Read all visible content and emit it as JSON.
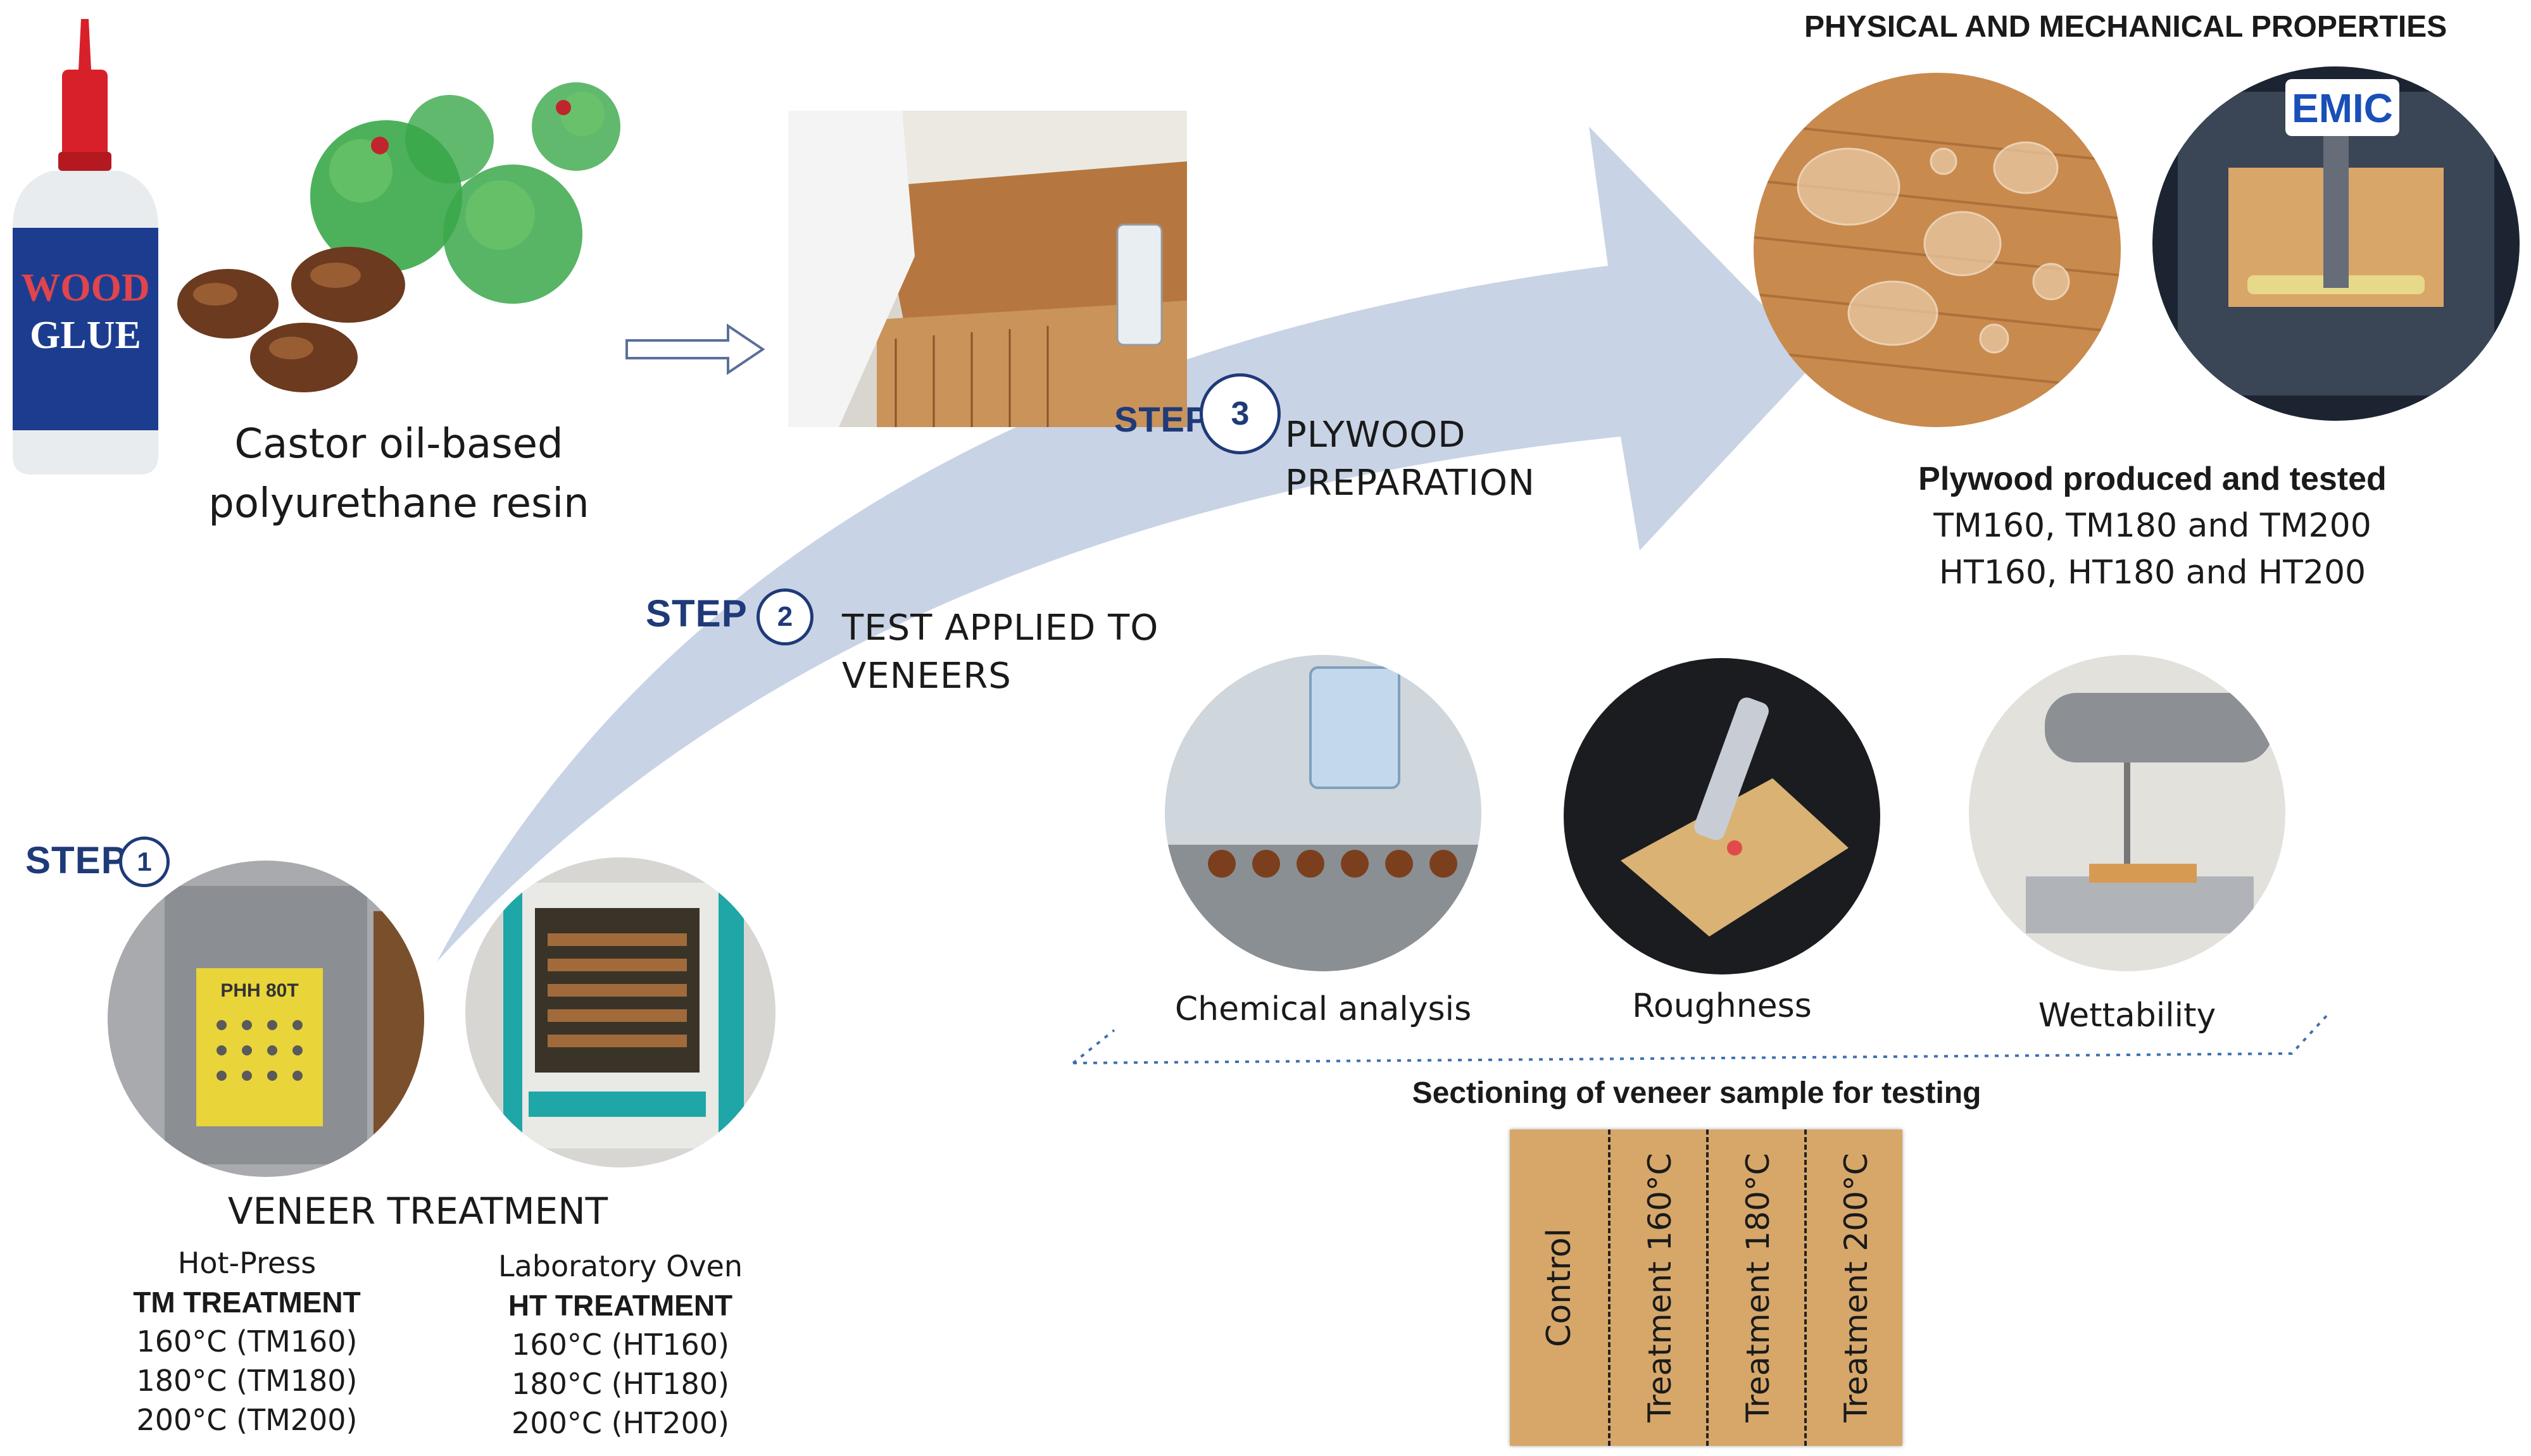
{
  "header": {
    "title": "PHYSICAL AND MECHANICAL PROPERTIES"
  },
  "resin": {
    "bottle_text_line1": "WOOD",
    "bottle_text_line2": "GLUE",
    "caption_line1": "Castor oil-based",
    "caption_line2": "polyurethane resin"
  },
  "steps": [
    {
      "word": "STEP",
      "number": "1"
    },
    {
      "word": "STEP",
      "number": "2",
      "text_line1": "TEST APPLIED TO",
      "text_line2": "VENEERS"
    },
    {
      "word": "STEP",
      "number": "3",
      "text_line1": "PLYWOOD",
      "text_line2": "PREPARATION"
    }
  ],
  "testing_machine_brand": "EMIC",
  "plywood": {
    "title": "Plywood produced and tested",
    "line1": "TM160, TM180 and TM200",
    "line2": "HT160, HT180 and HT200"
  },
  "analyses": [
    {
      "label": "Chemical analysis"
    },
    {
      "label": "Roughness"
    },
    {
      "label": "Wettability"
    }
  ],
  "sectioning": {
    "title": "Sectioning of veneer sample for testing",
    "strips": [
      "Control",
      "Treatment 160°C",
      "Treatment 180°C",
      "Treatment 200°C"
    ]
  },
  "treatment": {
    "title": "VENEER TREATMENT",
    "press_badge": "PHH 80T",
    "hot_press": {
      "device": "Hot-Press",
      "name": "TM TREATMENT",
      "conditions": [
        "160°C (TM160)",
        "180°C (TM180)",
        "200°C (TM200)"
      ]
    },
    "oven": {
      "device": "Laboratory Oven",
      "name": "HT TREATMENT",
      "conditions": [
        "160°C (HT160)",
        "180°C (HT180)",
        "200°C (HT200)"
      ]
    }
  },
  "colors": {
    "arrow": "#c9d3e6",
    "step_blue": "#1f3a78",
    "wood": "#c8904e",
    "bottle_blue": "#1c3d8f",
    "cap_red": "#d8202a",
    "teal": "#1fa6a6"
  }
}
